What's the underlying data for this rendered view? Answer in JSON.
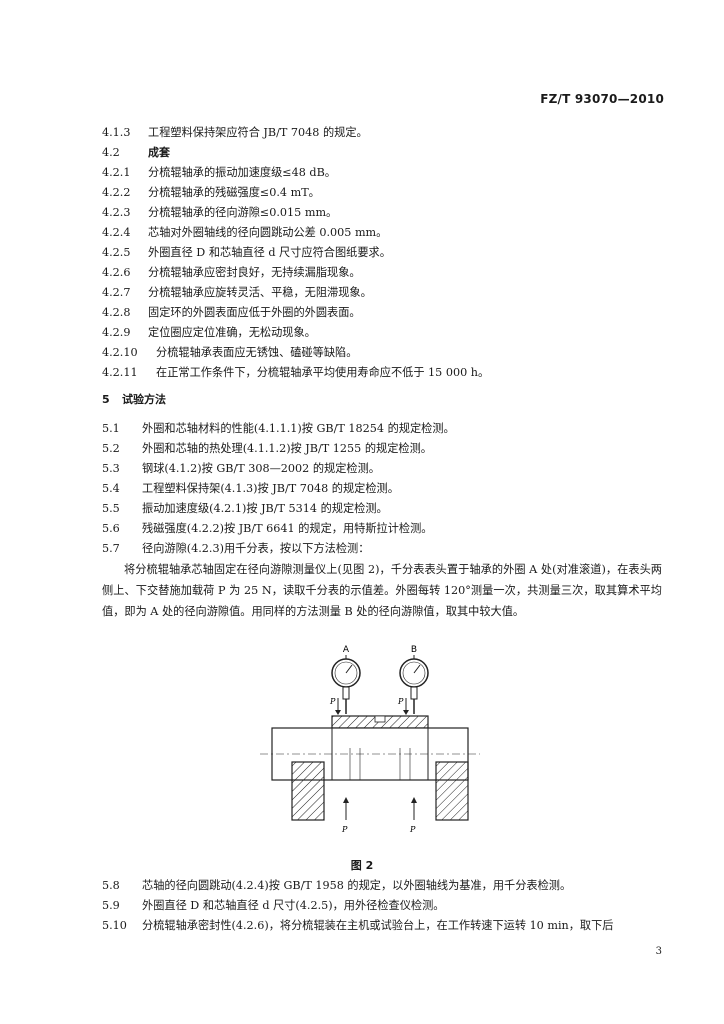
{
  "header": {
    "standard_no": "FZ/T 93070—2010"
  },
  "lines": [
    {
      "num": "4.1.3",
      "text": "工程塑料保持架应符合 JB/T 7048 的规定。"
    },
    {
      "num": "4.2",
      "text": "成套",
      "bold": true
    },
    {
      "num": "4.2.1",
      "text": "分梳辊轴承的振动加速度级≤48 dB。"
    },
    {
      "num": "4.2.2",
      "text": "分梳辊轴承的残磁强度≤0.4 mT。"
    },
    {
      "num": "4.2.3",
      "text": "分梳辊轴承的径向游隙≤0.015 mm。"
    },
    {
      "num": "4.2.4",
      "text": "芯轴对外圈轴线的径向圆跳动公差 0.005 mm。"
    },
    {
      "num": "4.2.5",
      "text": "外圈直径 D 和芯轴直径 d 尺寸应符合图纸要求。"
    },
    {
      "num": "4.2.6",
      "text": "分梳辊轴承应密封良好，无持续漏脂现象。"
    },
    {
      "num": "4.2.7",
      "text": "分梳辊轴承应旋转灵活、平稳，无阻滞现象。"
    },
    {
      "num": "4.2.8",
      "text": "固定环的外圆表面应低于外圈的外圆表面。"
    },
    {
      "num": "4.2.9",
      "text": "定位圈应定位准确，无松动现象。"
    },
    {
      "num": "4.2.10",
      "text": "分梳辊轴承表面应无锈蚀、磕碰等缺陷。"
    },
    {
      "num": "4.2.11",
      "text": "在正常工作条件下，分梳辊轴承平均使用寿命应不低于 15 000 h。"
    }
  ],
  "section5": {
    "num": "5",
    "title": "试验方法"
  },
  "s5_lines": [
    {
      "num": "5.1",
      "text": "外圈和芯轴材料的性能(4.1.1.1)按 GB/T 18254 的规定检测。"
    },
    {
      "num": "5.2",
      "text": "外圈和芯轴的热处理(4.1.1.2)按 JB/T 1255 的规定检测。"
    },
    {
      "num": "5.3",
      "text": "钢球(4.1.2)按 GB/T 308—2002 的规定检测。"
    },
    {
      "num": "5.4",
      "text": "工程塑料保持架(4.1.3)按 JB/T 7048 的规定检测。"
    },
    {
      "num": "5.5",
      "text": "振动加速度级(4.2.1)按 JB/T 5314 的规定检测。"
    },
    {
      "num": "5.6",
      "text": "残磁强度(4.2.2)按 JB/T 6641 的规定，用特斯拉计检测。"
    },
    {
      "num": "5.7",
      "text": "径向游隙(4.2.3)用千分表，按以下方法检测："
    }
  ],
  "para57": "将分梳辊轴承芯轴固定在径向游隙测量仪上(见图 2)，千分表表头置于轴承的外圈 A 处(对准滚道)，在表头两侧上、下交替施加载荷 P 为 25 N，读取千分表的示值差。外圈每转 120°测量一次，共测量三次，取其算术平均值，即为 A 处的径向游隙值。用同样的方法测量 B 处的径向游隙值，取其中较大值。",
  "figure": {
    "label_a": "A",
    "label_b": "B",
    "load": "P",
    "caption": "图 2"
  },
  "s5_after": [
    {
      "num": "5.8",
      "text": "芯轴的径向圆跳动(4.2.4)按 GB/T 1958 的规定，以外圈轴线为基准，用千分表检测。"
    },
    {
      "num": "5.9",
      "text": "外圈直径 D 和芯轴直径 d 尺寸(4.2.5)，用外径检查仪检测。"
    },
    {
      "num": "5.10",
      "text": "分梳辊轴承密封性(4.2.6)，将分梳辊装在主机或试验台上，在工作转速下运转 10 min，取下后"
    }
  ],
  "page_number": "3"
}
